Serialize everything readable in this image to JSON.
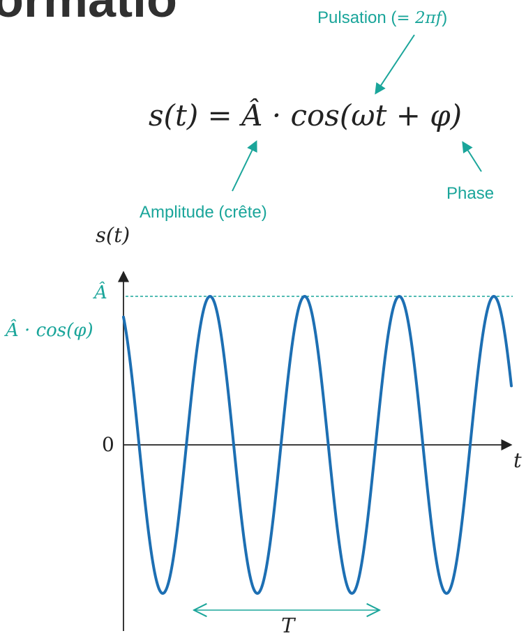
{
  "header": {
    "title_fragment": "ormatio"
  },
  "formula": {
    "text": "s(t) = Â · cos(ωt + φ)"
  },
  "annotations": {
    "pulsation_label": "Pulsation (",
    "pulsation_math": "= 2πf",
    "pulsation_close": ")",
    "amplitude": "Amplitude (crête)",
    "phase": "Phase"
  },
  "plot": {
    "y_axis_label": "s(t)",
    "x_axis_label": "t",
    "peak_label": "Â",
    "initial_label": "Â  · cos(φ)",
    "zero_label": "0",
    "period_label": "T"
  },
  "chart_data": {
    "type": "line",
    "series": [
      {
        "amplitude": 1,
        "phase_fraction_of_cycle": 0.085,
        "cycles_shown": 4.1
      }
    ],
    "ylim": [
      -1,
      1
    ],
    "xlim": [
      0,
      4.1
    ],
    "grid": false,
    "reference_line": "dashed at peak amplitude",
    "line_color": "#1d6fb3",
    "accent_color": "#1aa59a"
  }
}
